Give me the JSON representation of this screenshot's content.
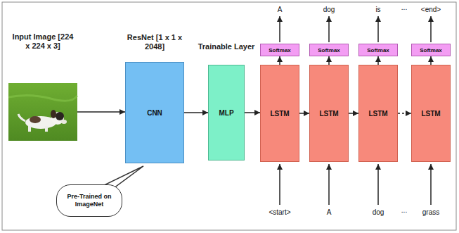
{
  "diagram": {
    "nodes": [
      {
        "text": [
          "Input Image [224 x 224 x 3]"
        ]
      },
      {
        "text": [
          "ResNet [1 x 1 x 2048]",
          "CNN"
        ]
      },
      {
        "text": [
          "Trainable Layer",
          "MLP"
        ]
      },
      {
        "text": [
          "LSTM"
        ]
      },
      {
        "text": [
          "Softmax"
        ]
      },
      {
        "text": [
          "LSTM"
        ]
      },
      {
        "text": [
          "Softmax"
        ]
      },
      {
        "text": [
          "LSTM"
        ]
      },
      {
        "text": [
          "Softmax"
        ]
      },
      {
        "text": [
          "LSTM"
        ]
      },
      {
        "text": [
          "Softmax"
        ]
      },
      {
        "text": [
          "Pre-Trained on ImageNet"
        ]
      }
    ],
    "edges": [
      {
        "from": 0,
        "to": 1,
        "arrow": "to"
      },
      {
        "from": 1,
        "to": 2,
        "arrow": "to"
      },
      {
        "from": 2,
        "to": 3,
        "arrow": "to"
      },
      {
        "from": 3,
        "to": 5,
        "arrow": "to"
      },
      {
        "from": 5,
        "to": 7,
        "arrow": "to"
      },
      {
        "from": 7,
        "to": 9,
        "arrow": "to"
      },
      {
        "from": 3,
        "to": 4,
        "arrow": "to"
      },
      {
        "from": 5,
        "to": 6,
        "arrow": "to"
      },
      {
        "from": 7,
        "to": 8,
        "arrow": "to"
      },
      {
        "from": 9,
        "to": 10,
        "arrow": "to"
      }
    ],
    "labels": [
      "A",
      "dog",
      "is",
      "...",
      "<end>",
      "<start>",
      "A",
      "dog",
      "...",
      "grass"
    ]
  }
}
